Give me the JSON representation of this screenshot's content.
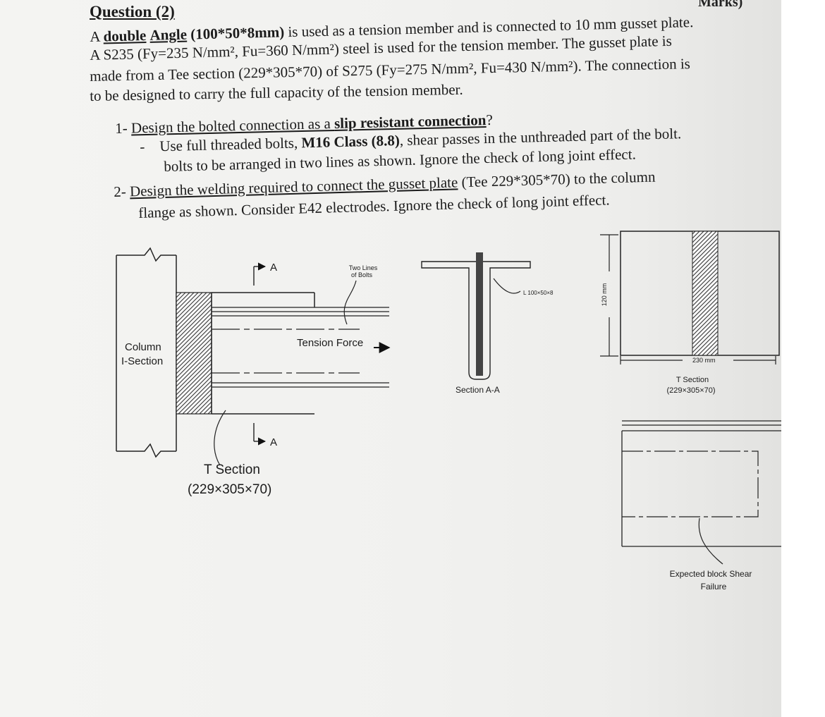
{
  "marks": "Marks)",
  "question": {
    "title": "Question (2)",
    "line1_pre": "A ",
    "line1_double": "double",
    "line1_angle": "Angle",
    "line1_spec": " (100*50*8mm)",
    "line1_rest": " is used as a tension member and is connected to 10 mm gusset plate.",
    "line2": "A S235 (Fy=235 N/mm², Fu=360 N/mm²) steel is used for the tension member. The gusset plate is",
    "line3": "made from a Tee section (229*305*70) of S275 (Fy=275 N/mm², Fu=430 N/mm²). The connection is",
    "line4": "to be designed to carry the full capacity of the tension member."
  },
  "part1": {
    "number": "1-",
    "title_pre": "Design the bolted connection as a ",
    "title_bold": "slip resistant connection",
    "title_end": "?",
    "bullet": "-",
    "sub1_pre": "Use full threaded bolts, ",
    "sub1_bold": "M16 Class (8.8)",
    "sub1_rest": ", shear passes in the unthreaded part of the bolt.",
    "sub2": "bolts to be arranged in two lines as shown. Ignore the check of long joint effect."
  },
  "part2": {
    "number": "2-",
    "title_u": "Design the welding required to connect the gusset plate",
    "title_rest": " (Tee 229*305*70) to the column",
    "line2": "flange as shown. Consider E42 electrodes. Ignore the check of long joint effect."
  },
  "figure": {
    "column_label_1": "Column",
    "column_label_2": "I-Section",
    "section_mark": "A",
    "two_lines_1": "Two Lines",
    "two_lines_2": "of Bolts",
    "tension_force": "Tension Force",
    "t_section_label_1": "T Section",
    "t_section_label_2": "(229×305×70)",
    "angle_label": "L 100×50×8",
    "section_aa": "Section A-A",
    "dim_120": "120 mm",
    "dim_230": "230 mm",
    "t_section_small_1": "T Section",
    "t_section_small_2": "(229×305×70)",
    "block_shear_1": "Expected block Shear",
    "block_shear_2": "Failure"
  }
}
